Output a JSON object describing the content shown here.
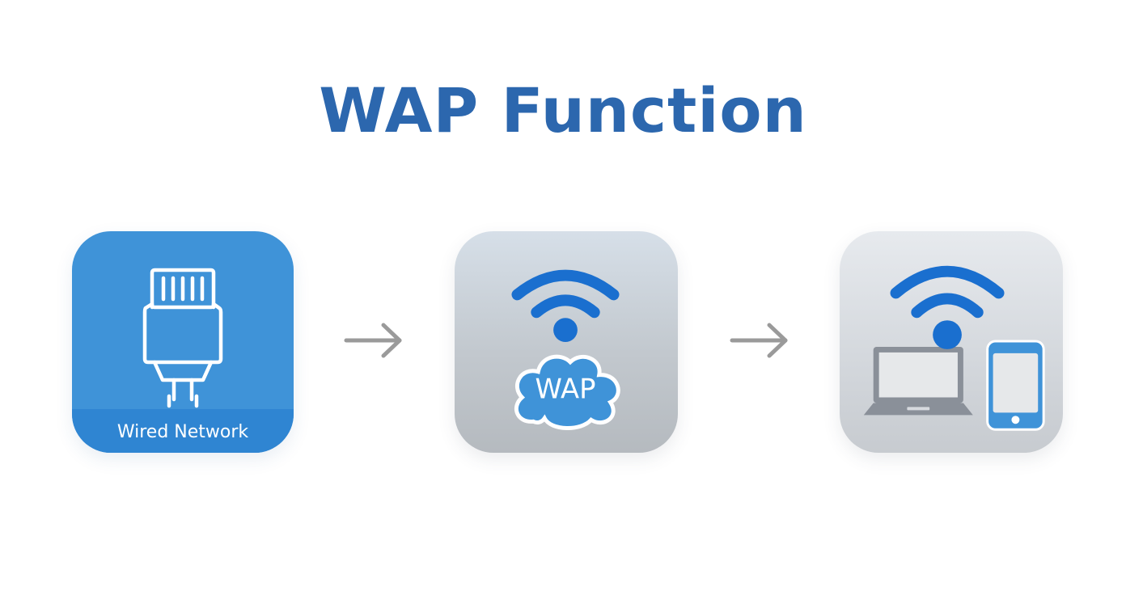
{
  "title": "WAP Function",
  "steps": [
    {
      "label": "Wired Network",
      "icon": "ethernet-plug-icon"
    },
    {
      "label": "WAP",
      "icon": "wifi-cloud-icon"
    },
    {
      "label": "",
      "icon": "laptop-phone-wifi-icon"
    }
  ],
  "colors": {
    "title": "#2c67ae",
    "accent_blue": "#1a6fcf",
    "wired_tile": "#3f93d8",
    "arrow": "#9a9a9a"
  }
}
